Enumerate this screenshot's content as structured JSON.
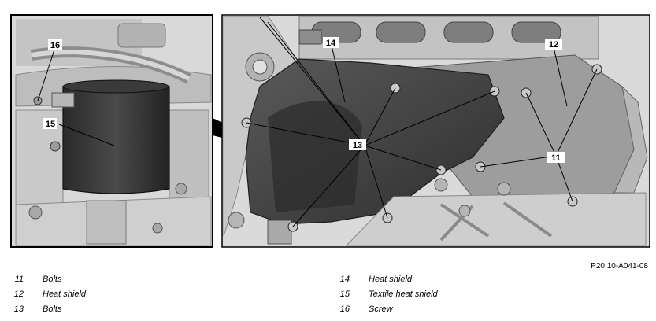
{
  "figure": {
    "reference": "P20.10-A041-08",
    "callouts": {
      "c11": "11",
      "c12": "12",
      "c13": "13",
      "c14": "14",
      "c15": "15",
      "c16": "16"
    }
  },
  "legend": {
    "items": [
      {
        "number": "11",
        "label": "Bolts"
      },
      {
        "number": "12",
        "label": "Heat shield"
      },
      {
        "number": "13",
        "label": "Bolts"
      },
      {
        "number": "14",
        "label": "Heat shield"
      },
      {
        "number": "15",
        "label": "Textile heat shield"
      },
      {
        "number": "16",
        "label": "Screw"
      }
    ]
  }
}
